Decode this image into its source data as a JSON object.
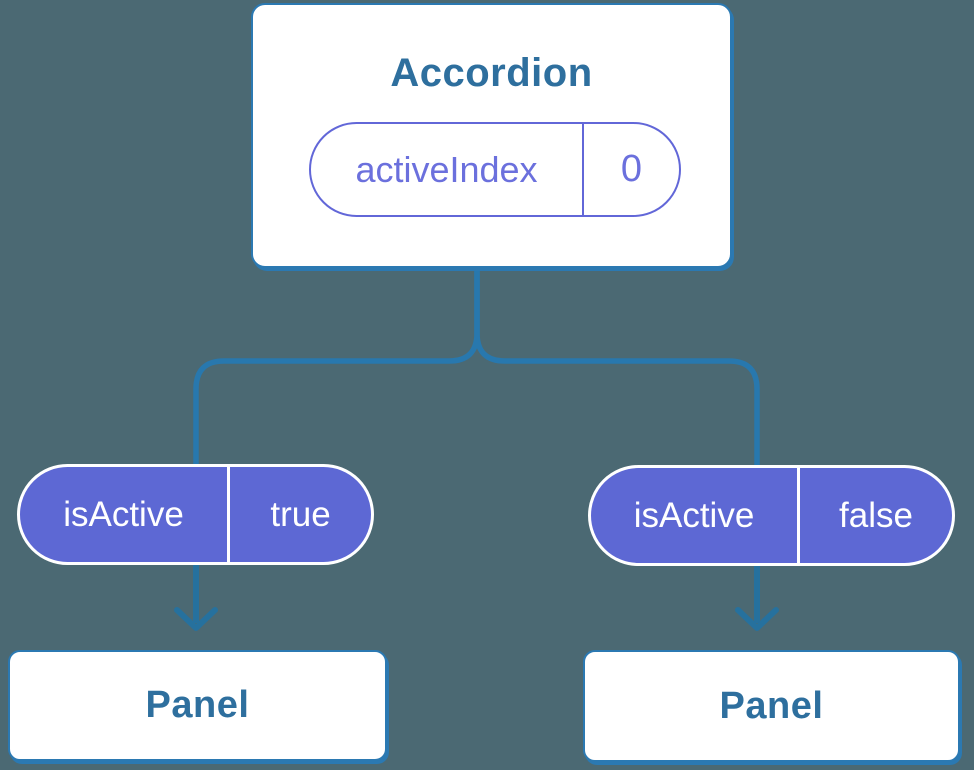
{
  "diagram": {
    "root": {
      "title": "Accordion",
      "state": {
        "name": "activeIndex",
        "value": "0"
      }
    },
    "children": [
      {
        "prop_name": "isActive",
        "prop_value": "true",
        "title": "Panel"
      },
      {
        "prop_name": "isActive",
        "prop_value": "false",
        "title": "Panel"
      }
    ]
  },
  "colors": {
    "background": "#4b6973",
    "node_border": "#2b79b2",
    "node_fill": "#ffffff",
    "node_text": "#2e6f9e",
    "state_accent": "#6267d8",
    "state_text": "#6b70dd",
    "prop_fill": "#5d68d4",
    "prop_text": "#ffffff",
    "connector": "#2878ae",
    "arrow": "#26719e"
  }
}
